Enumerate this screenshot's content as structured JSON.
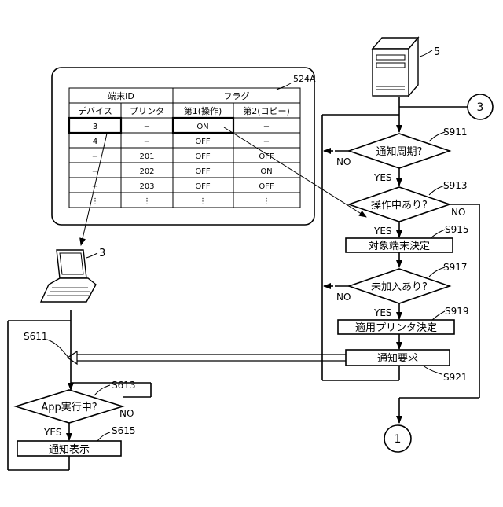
{
  "table": {
    "ref": "524A",
    "header1": [
      "端末ID",
      "フラグ"
    ],
    "header2": [
      "デバイス",
      "プリンタ",
      "第1(操作)",
      "第2(コピー)"
    ],
    "rows": [
      [
        "3",
        "−",
        "ON",
        "−"
      ],
      [
        "4",
        "−",
        "OFF",
        "−"
      ],
      [
        "−",
        "201",
        "OFF",
        "OFF"
      ],
      [
        "−",
        "202",
        "OFF",
        "ON"
      ],
      [
        "−",
        "203",
        "OFF",
        "OFF"
      ],
      [
        "⋮",
        "⋮",
        "⋮",
        "⋮"
      ]
    ]
  },
  "devices": {
    "server_label": "5",
    "laptop_label": "3"
  },
  "connectors": {
    "top": "3",
    "bottom": "1"
  },
  "right_flow": {
    "s911": {
      "step": "S911",
      "text": "通知周期?"
    },
    "s913": {
      "step": "S913",
      "text": "操作中あり?"
    },
    "s915": {
      "step": "S915",
      "text": "対象端末決定"
    },
    "s917": {
      "step": "S917",
      "text": "未加入あり?"
    },
    "s919": {
      "step": "S919",
      "text": "適用プリンタ決定"
    },
    "s921": {
      "step": "S921",
      "text": "通知要求"
    }
  },
  "left_flow": {
    "s611": {
      "step": "S611"
    },
    "s613": {
      "step": "S613",
      "text": "App実行中?"
    },
    "s615": {
      "step": "S615",
      "text": "通知表示"
    }
  },
  "branch_labels": {
    "yes": "YES",
    "no": "NO"
  }
}
